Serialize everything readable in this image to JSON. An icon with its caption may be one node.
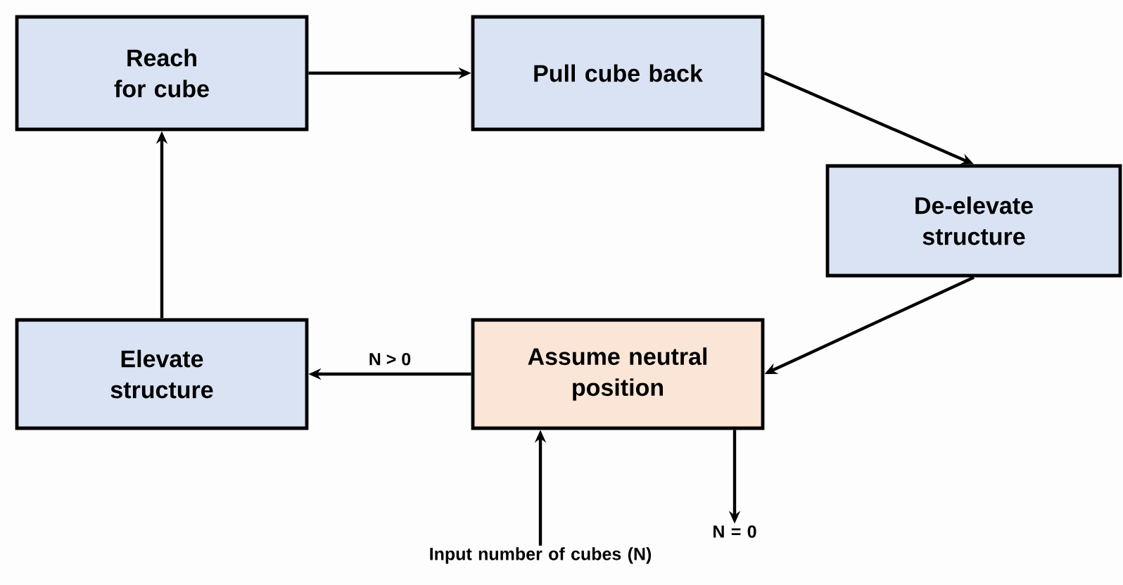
{
  "diagram": {
    "nodes": [
      {
        "text": [
          "Reach for cube"
        ]
      },
      {
        "text": [
          "Pull cube back"
        ]
      },
      {
        "text": [
          "De-elevate structure"
        ]
      },
      {
        "text": [
          "Elevate structure"
        ]
      },
      {
        "text": [
          "Assume neutral position"
        ]
      },
      {
        "text": [
          "Input number of cubes (N)"
        ]
      },
      {
        "text": [
          "N = 0"
        ]
      }
    ],
    "edges": [
      {
        "from": 0,
        "to": 1,
        "arrow": "to"
      },
      {
        "from": 1,
        "to": 2,
        "arrow": "to"
      },
      {
        "from": 2,
        "to": 4,
        "arrow": "to"
      },
      {
        "from": 4,
        "to": 3,
        "arrow": "to",
        "label": "N > 0"
      },
      {
        "from": 3,
        "to": 0,
        "arrow": "to"
      },
      {
        "from": 5,
        "to": 4,
        "arrow": "to"
      },
      {
        "from": 4,
        "to": 6,
        "arrow": "to"
      }
    ]
  }
}
